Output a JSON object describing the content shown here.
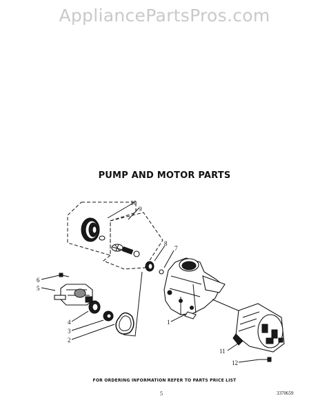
{
  "watermark": "AppliancePartsPros.com",
  "title": "PUMP AND MOTOR PARTS",
  "footer": "FOR ORDERING INFORMATION REFER TO PARTS PRICE LIST",
  "page_number": "5",
  "drawing_number": "3370659",
  "callouts": [
    "10",
    "9",
    "8",
    "7",
    "6",
    "5",
    "4",
    "3",
    "2",
    "1",
    "11",
    "12"
  ]
}
